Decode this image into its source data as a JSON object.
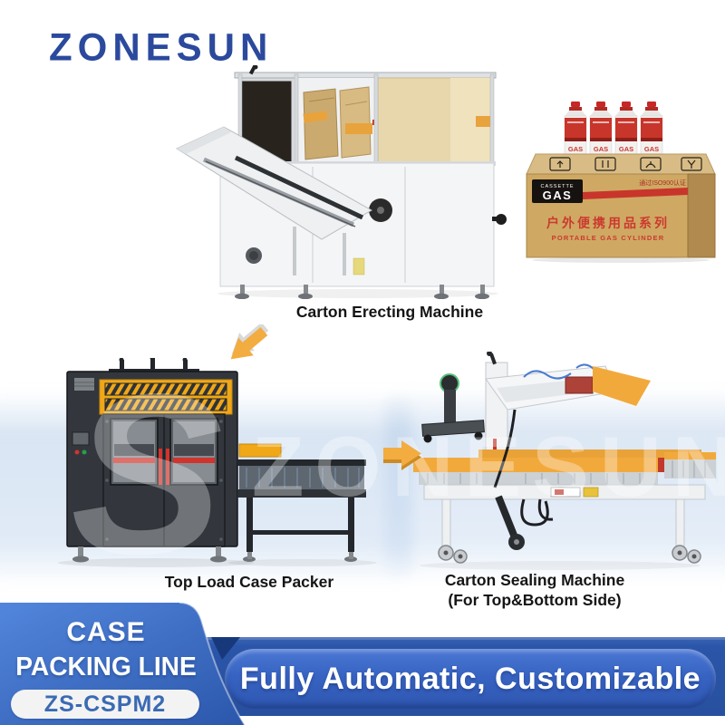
{
  "brand": {
    "logo": "ZONESUN"
  },
  "watermark": {
    "text": "ZONESUN",
    "monogram": "S"
  },
  "machines": {
    "erecting": {
      "caption": "Carton Erecting Machine"
    },
    "packer": {
      "caption": "Top Load Case Packer"
    },
    "sealing": {
      "caption": "Carton Sealing Machine",
      "caption_sub": "(For Top&Bottom Side)"
    }
  },
  "gas_box": {
    "brand_small": "CASSETTE",
    "brand_big": "GAS",
    "iso_note": "通过ISO900认证",
    "title_cn": "户外便携用品系列",
    "title_en": "PORTABLE GAS CYLINDER",
    "can_label": "GAS"
  },
  "banner": {
    "title_line1": "CASE",
    "title_line2": "PACKING LINE",
    "model": "ZS-CSPM2",
    "tagline": "Fully Automatic, Customizable"
  },
  "colors": {
    "brand_blue": "#2B4A9D",
    "ribbon_blue_light": "#5286DC",
    "ribbon_blue_dark": "#2B57AB",
    "band_blue": "#27509F",
    "pill_blue": "#3763C2",
    "accent_orange": "#F2A93B",
    "machine_yellow": "#F0A818",
    "alert_red": "#D0342C",
    "carton_tan": "#CFA963"
  }
}
